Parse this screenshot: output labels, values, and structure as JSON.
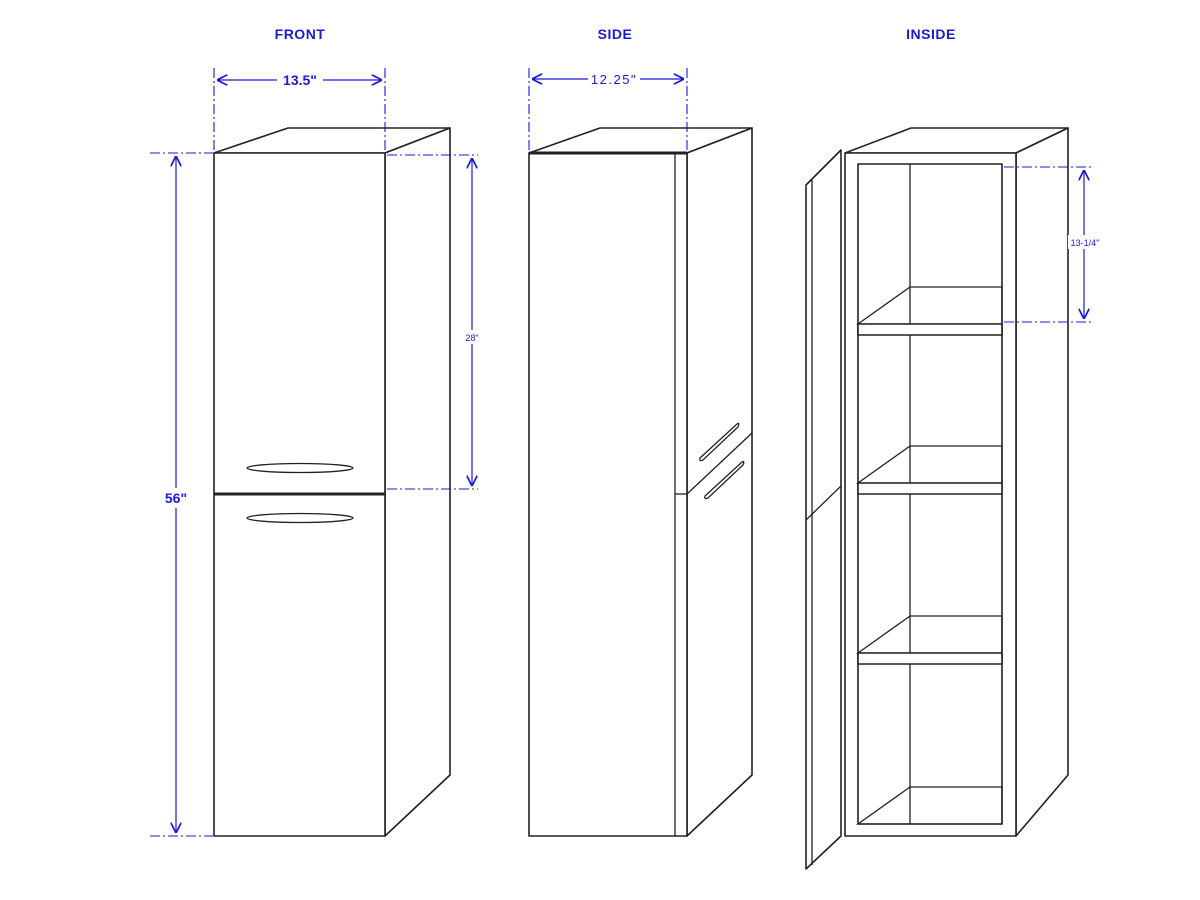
{
  "colors": {
    "dimension": "#1a1ad6",
    "outline": "#222222",
    "background": "#ffffff"
  },
  "views": {
    "front": {
      "title": "FRONT",
      "width_label": "13.5\"",
      "height_label": "56\"",
      "upper_door_label": "28\""
    },
    "side": {
      "title": "SIDE",
      "depth_label": "12.25\""
    },
    "inside": {
      "title": "INSIDE",
      "shelf_label": "13-1/4\""
    }
  }
}
